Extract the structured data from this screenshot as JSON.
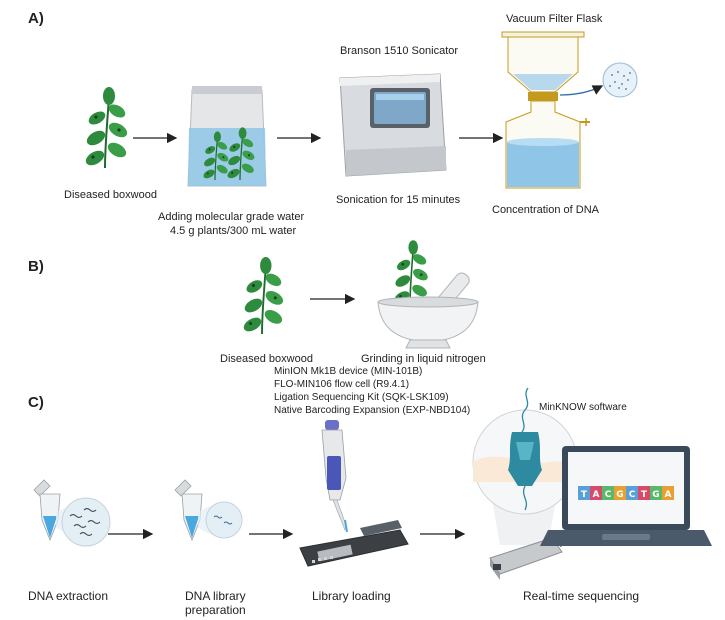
{
  "panels": {
    "a": "A)",
    "b": "B)",
    "c": "C)"
  },
  "panel_a": {
    "step1": "Diseased boxwood",
    "step2_line1": "Adding molecular grade water",
    "step2_line2": "4.5 g plants/300 mL water",
    "sonicator_name": "Branson 1510 Sonicator",
    "step3": "Sonication for 15 minutes",
    "flask_name": "Vacuum Filter Flask",
    "step4": "Concentration of DNA"
  },
  "panel_b": {
    "step1": "Diseased boxwood",
    "step2": "Grinding in liquid nitrogen"
  },
  "panel_c": {
    "device1": "MinION Mk1B device (MIN-101B)",
    "device2": "FLO-MIN106 flow cell (R9.4.1)",
    "device3": "Ligation Sequencing Kit (SQK-LSK109)",
    "device4": "Native Barcoding Expansion (EXP-NBD104)",
    "software": "MinKNOW software",
    "step1": "DNA extraction",
    "step2_line1": "DNA library",
    "step2_line2": "preparation",
    "step3": "Library loading",
    "step4": "Real-time sequencing",
    "screen_bases": [
      "T",
      "A",
      "C",
      "G",
      "C",
      "T",
      "G",
      "A"
    ]
  },
  "colors": {
    "leaf": "#2e8b3e",
    "leaf_dark": "#1f6b2e",
    "water": "#8fc6e8",
    "arrow": "#222222",
    "flask_band": "#c49a1e"
  }
}
